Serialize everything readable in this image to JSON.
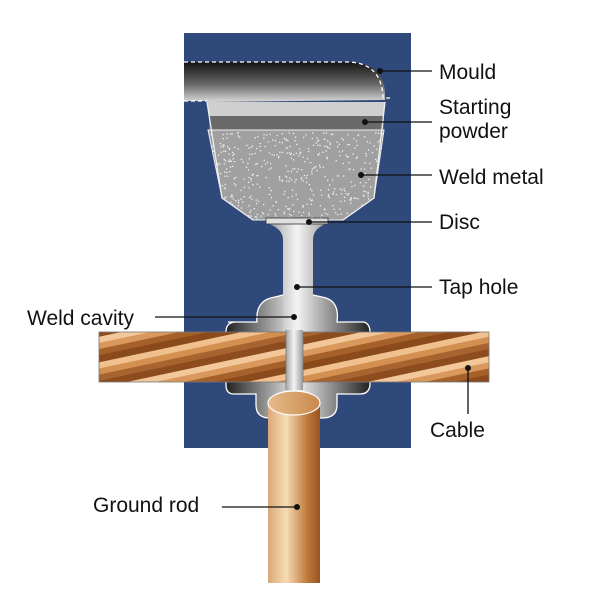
{
  "labels": {
    "mould": "Mould",
    "starting_powder_line1": "Starting",
    "starting_powder_line2": "powder",
    "weld_metal": "Weld metal",
    "disc": "Disc",
    "tap_hole": "Tap hole",
    "weld_cavity": "Weld cavity",
    "cable": "Cable",
    "ground_rod": "Ground rod"
  },
  "colors": {
    "mould": "#2f4a7a",
    "weld_metal": "#a0a0a0",
    "starting_powder": "#6a6a6a",
    "copper": "#c8874a"
  }
}
